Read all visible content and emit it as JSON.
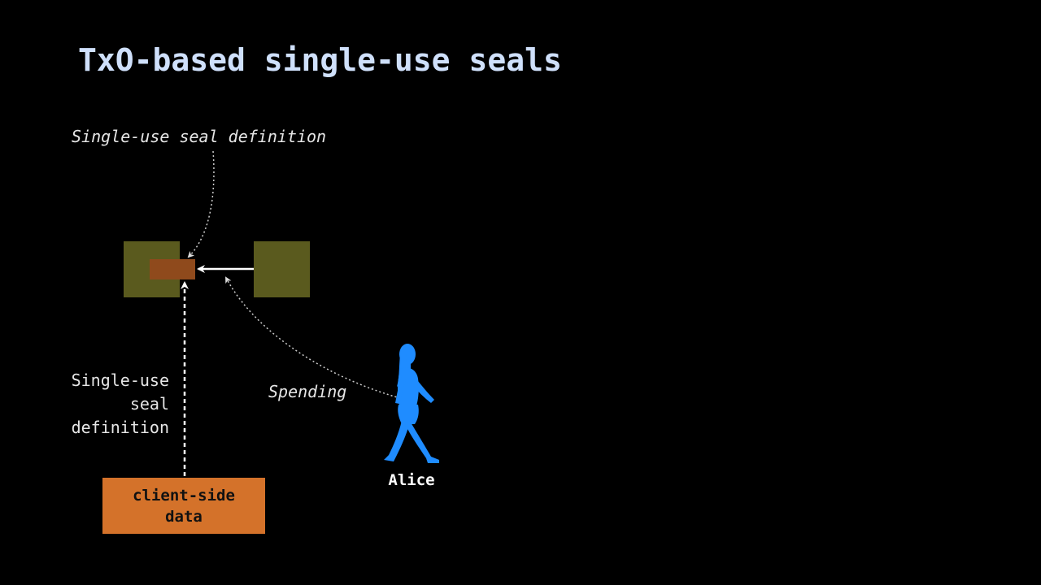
{
  "title": "TxO-based single-use seals",
  "labels": {
    "seal_definition_top": "Single-use seal definition",
    "seal_definition_left": [
      "Single-use",
      "seal",
      "definition"
    ],
    "spending": "Spending",
    "alice": "Alice"
  },
  "client_data": {
    "lines": [
      "client-side",
      "data"
    ]
  },
  "colors": {
    "background": "#000000",
    "title": "#cfe0fb",
    "transaction_box": "#5a5a1e",
    "seal_output": "#8f4a1c",
    "client_data_box": "#d4722a",
    "alice": "#1f8cff",
    "arrows": "#ffffff"
  },
  "icons": {
    "alice": "walking-woman-icon"
  }
}
